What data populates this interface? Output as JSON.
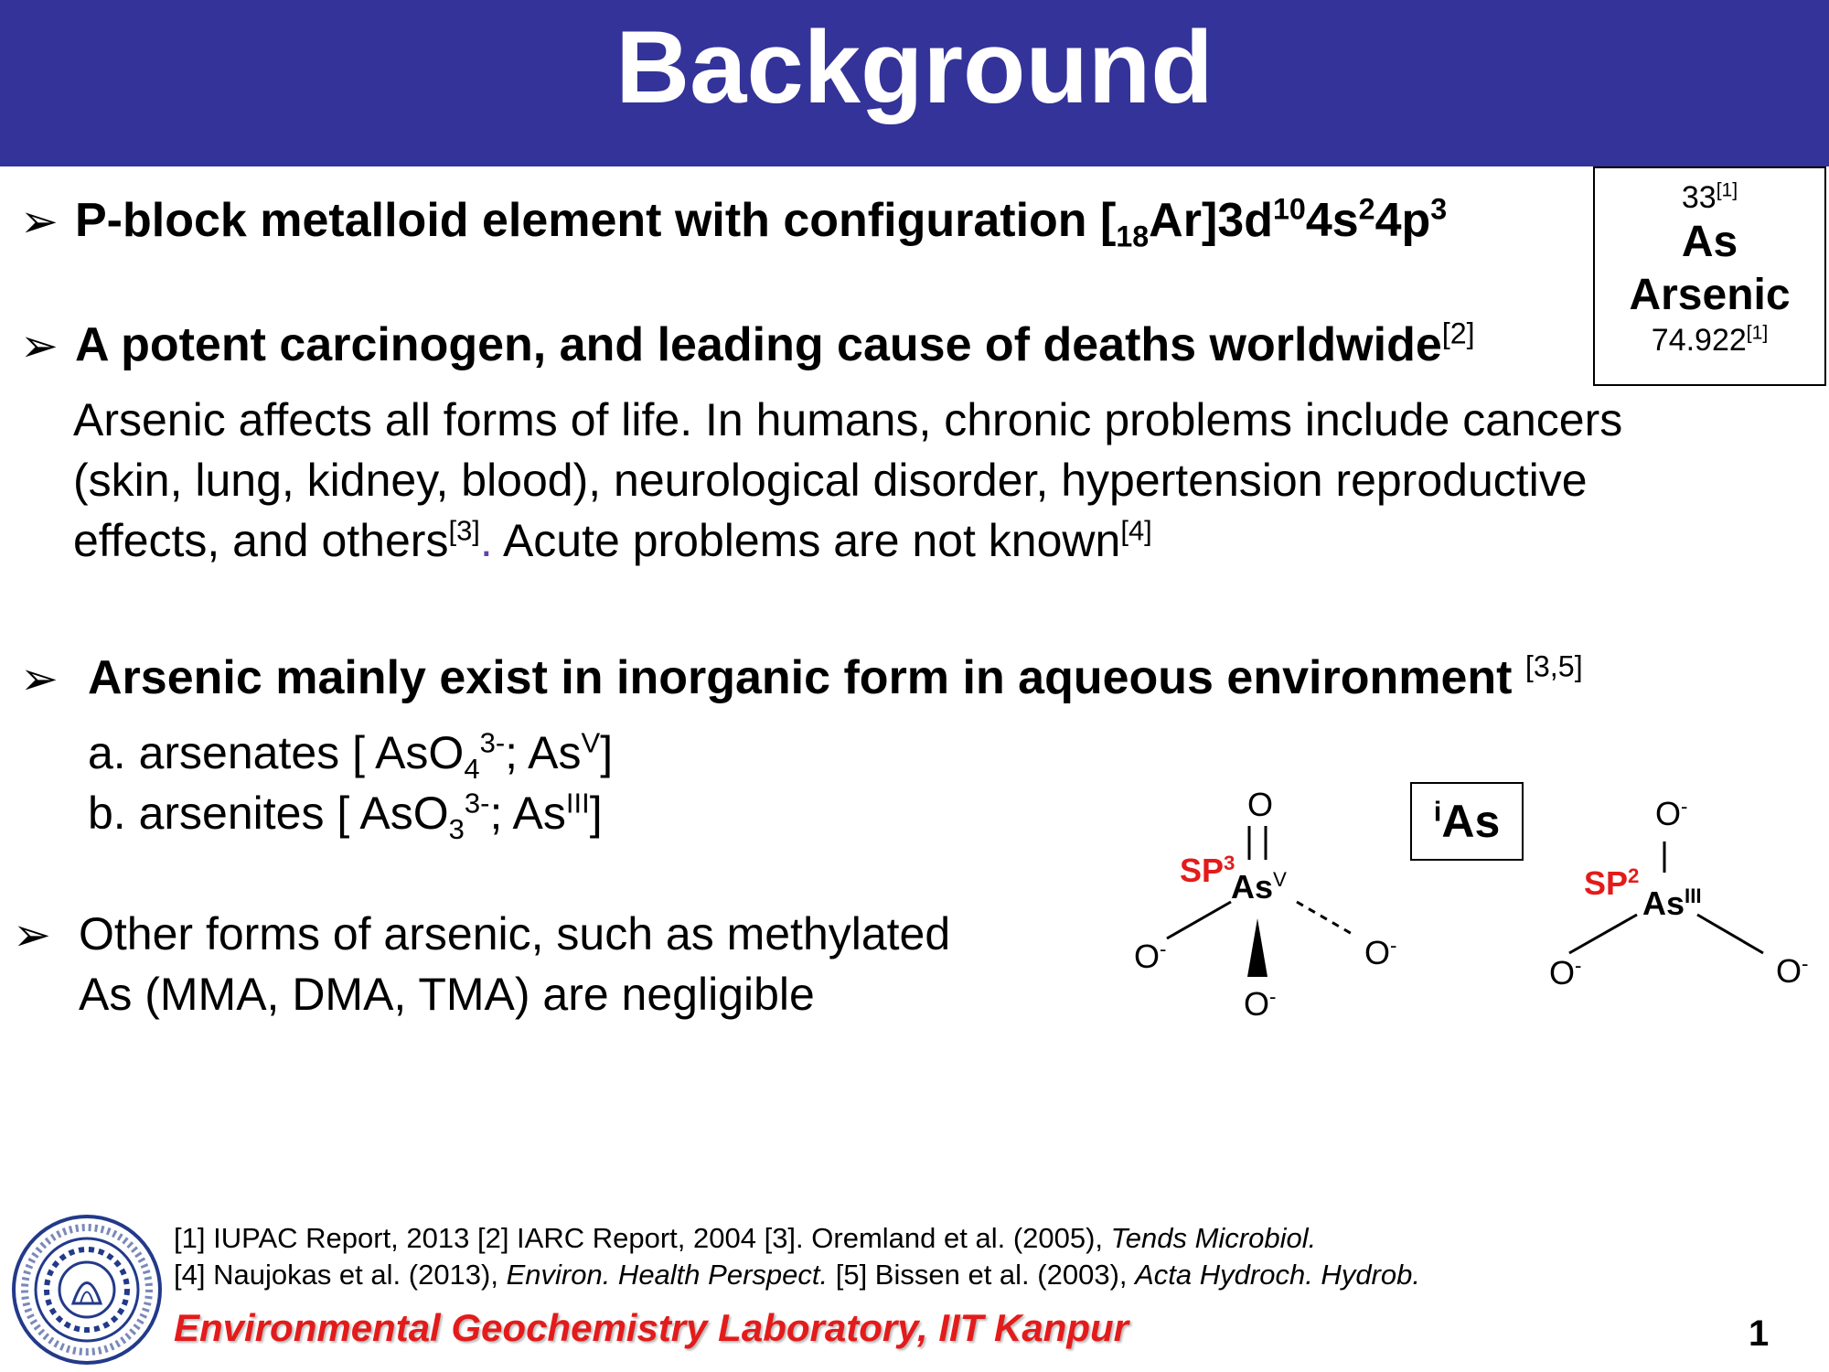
{
  "title": "Background",
  "bullets": {
    "b1": {
      "marker": "➢",
      "text_a": "P-block metalloid element with configuration [",
      "sub_18": "18",
      "text_b": "Ar]3d",
      "sup_10": "10",
      "text_c": "4s",
      "sup_2": "2",
      "text_d": "4p",
      "sup_3": "3"
    },
    "b2": {
      "marker": "➢",
      "text": "A potent carcinogen, and leading cause of deaths worldwide",
      "ref": "[2]"
    },
    "b2_body": {
      "line1": "Arsenic affects all forms of life. In humans, chronic problems include cancers",
      "line2": "(skin, lung, kidney, blood), neurological disorder, hypertension reproductive",
      "line3_a": "effects, and others",
      "line3_ref1": "[3]",
      "line3_dot": ".",
      "line3_b": " Acute problems are not known",
      "line3_ref2": "[4]"
    },
    "b3": {
      "marker": "➢",
      "text": "Arsenic mainly exist in inorganic form in aqueous environment ",
      "ref": "[3,5]"
    },
    "b3_a": {
      "pre": "a. arsenates [ AsO",
      "sub": "4",
      "sup": "3-",
      "mid": "; As",
      "sup2": "V",
      "post": "]"
    },
    "b3_b": {
      "pre": "b. arsenites [ AsO",
      "sub": "3",
      "sup": "3-",
      "mid": "; As",
      "sup2": "III",
      "post": "]"
    },
    "b4": {
      "marker": "➢",
      "line1": "Other forms of arsenic, such as methylated",
      "line2": "As (MMA, DMA, TMA) are negligible"
    }
  },
  "element_box": {
    "number": "33",
    "number_ref": "[1]",
    "symbol": "As",
    "name": "Arsenic",
    "mass": "74.922",
    "mass_ref": "[1]"
  },
  "ias_box": {
    "sup": "i",
    "text": "As"
  },
  "structure_v": {
    "o_top": "O",
    "hybrid": "SP",
    "hybrid_sup": "3",
    "center": "As",
    "center_sup": "V",
    "o_left": "O",
    "o_left_sup": "-",
    "o_right": "O",
    "o_right_sup": "-",
    "o_bottom": "O",
    "o_bottom_sup": "-"
  },
  "structure_iii": {
    "o_top": "O",
    "o_top_sup": "-",
    "hybrid": "SP",
    "hybrid_sup": "2",
    "center": "As",
    "center_sup": "III",
    "o_left": "O",
    "o_left_sup": "-",
    "o_right": "O",
    "o_right_sup": "-"
  },
  "references": {
    "line1_a": "[1] IUPAC Report, 2013 [2] IARC Report, 2004 [3]. Oremland et al. (2005), ",
    "line1_i": "Tends Microbiol.",
    "line2_a": "[4] Naujokas et al. (2013), ",
    "line2_i": "Environ. Health Perspect.",
    "line2_b": " [5] Bissen et al. (2003), ",
    "line2_i2": "Acta Hydroch. Hydrob."
  },
  "footer": "Environmental Geochemistry Laboratory, IIT Kanpur",
  "page_number": "1",
  "colors": {
    "header": "#333399",
    "accent_red": "#e31b1b",
    "ref_dot": "#6a3db0"
  }
}
